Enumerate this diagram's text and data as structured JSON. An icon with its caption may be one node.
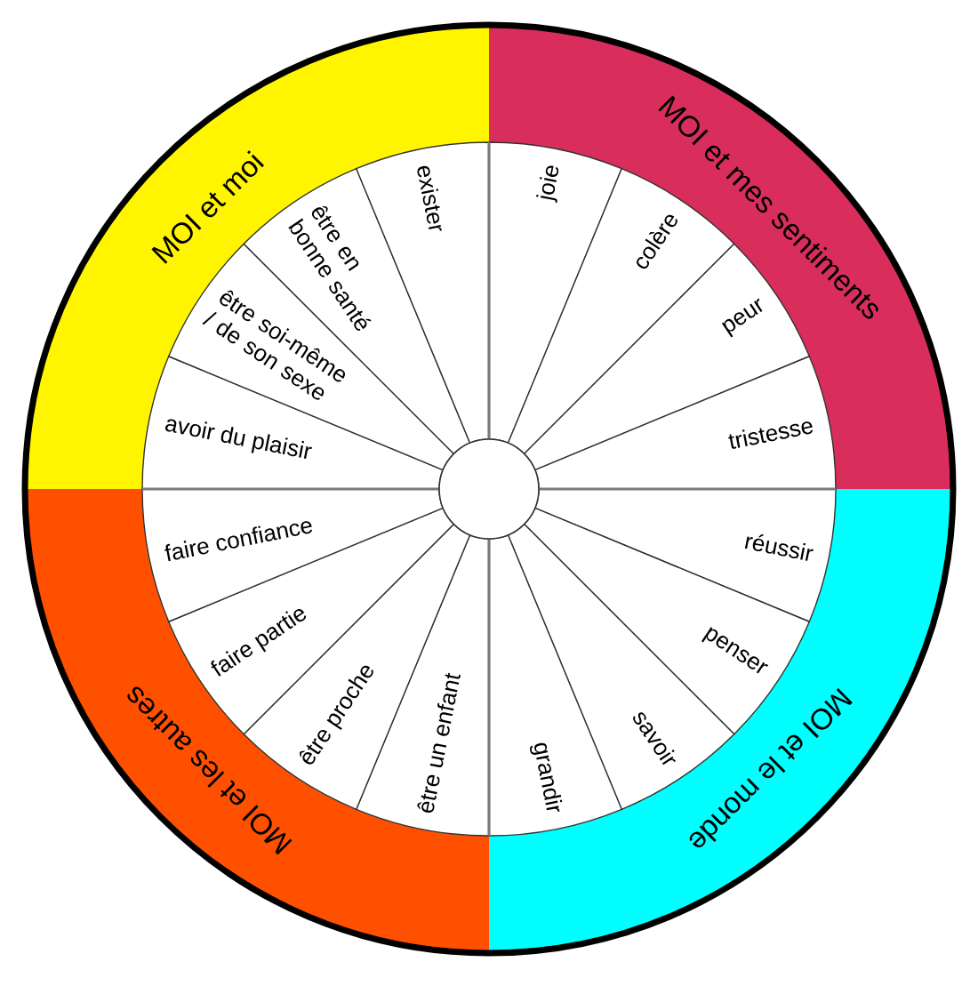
{
  "diagram": {
    "nodes": [
      {
        "text": [
          "MOI et moi"
        ]
      },
      {
        "text": [
          "MOI et mes sentiments"
        ]
      },
      {
        "text": [
          "MOI et le monde"
        ]
      },
      {
        "text": [
          "MOI et les autres"
        ]
      },
      {
        "text": [
          "joie"
        ]
      },
      {
        "text": [
          "colère"
        ]
      },
      {
        "text": [
          "peur"
        ]
      },
      {
        "text": [
          "tristesse"
        ]
      },
      {
        "text": [
          "réussir"
        ]
      },
      {
        "text": [
          "penser"
        ]
      },
      {
        "text": [
          "savoir"
        ]
      },
      {
        "text": [
          "grandir"
        ]
      },
      {
        "text": [
          "être un enfant"
        ]
      },
      {
        "text": [
          "être proche"
        ]
      },
      {
        "text": [
          "faire partie"
        ]
      },
      {
        "text": [
          "faire confiance"
        ]
      },
      {
        "text": [
          "avoir du plaisir"
        ]
      },
      {
        "text": [
          "être soi-même / de son sexe"
        ]
      },
      {
        "text": [
          "être en bonne santé"
        ]
      },
      {
        "text": [
          "exister"
        ]
      },
      {
        "text": [],
        "shape": "circle"
      }
    ]
  }
}
